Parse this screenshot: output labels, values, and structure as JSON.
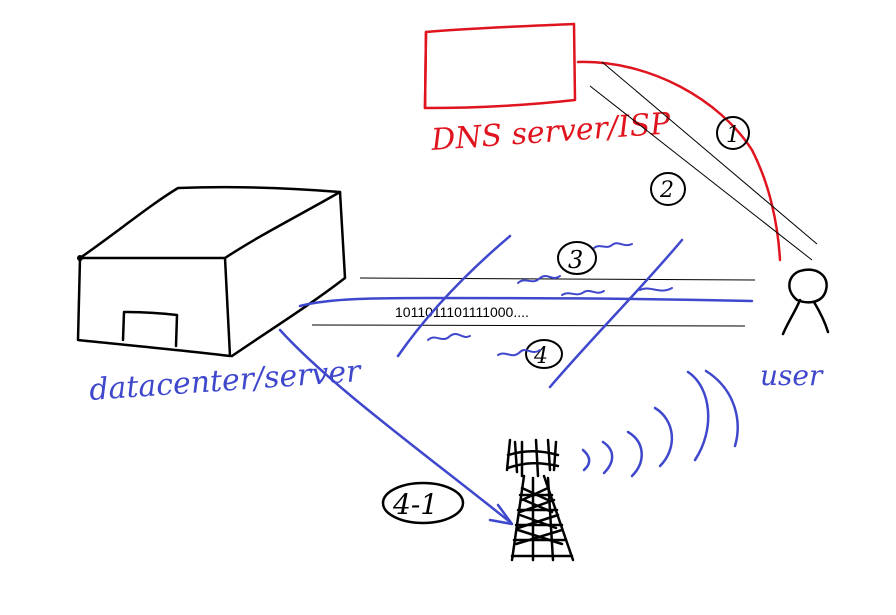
{
  "labels": {
    "dns": "DNS server/ISP",
    "datacenter": "datacenter/server",
    "user": "user",
    "bits": "1011011101111000...."
  },
  "steps": {
    "s1": "1",
    "s2": "2",
    "s3": "3",
    "s4": "4",
    "s41": "4-1"
  },
  "colors": {
    "red": "#e0141e",
    "blue": "#3f48cc",
    "black": "#000000"
  }
}
